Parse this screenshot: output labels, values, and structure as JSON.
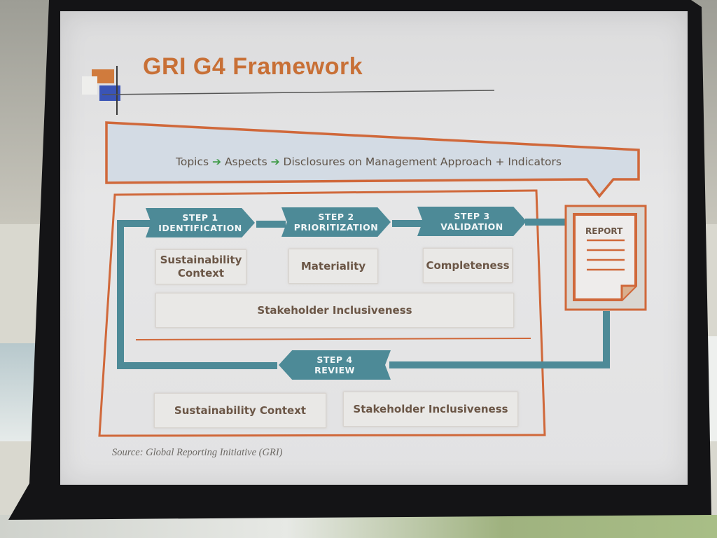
{
  "title": "GRI G4 Framework",
  "flow": {
    "topics": "Topics",
    "aspects": "Aspects",
    "disclosures": "Disclosures on Management Approach + Indicators",
    "arrow": "➔"
  },
  "steps": [
    {
      "number": "STEP 1",
      "name": "IDENTIFICATION"
    },
    {
      "number": "STEP 2",
      "name": "PRIORITIZATION"
    },
    {
      "number": "STEP 3",
      "name": "VALIDATION"
    },
    {
      "number": "STEP 4",
      "name": "REVIEW"
    }
  ],
  "principles": {
    "sustainability_context": "Sustainability Context",
    "materiality": "Materiality",
    "completeness": "Completeness",
    "stakeholder_inclusiveness": "Stakeholder Inclusiveness"
  },
  "review_principles": {
    "sustainability_context": "Sustainability Context",
    "stakeholder_inclusiveness": "Stakeholder Inclusiveness"
  },
  "report": {
    "label": "REPORT"
  },
  "source": "Source: Global Reporting Initiative (GRI)",
  "colors": {
    "orange": "#c87036",
    "teal": "#4d8a97",
    "arrow_green": "#3f9a47",
    "band_blue": "#d3dbe4"
  }
}
